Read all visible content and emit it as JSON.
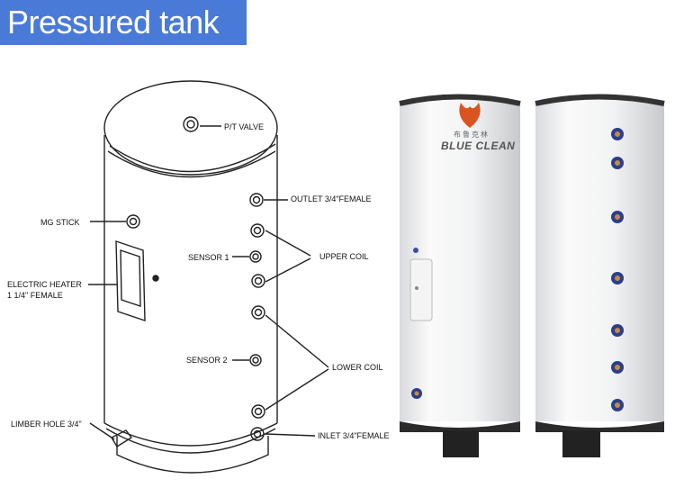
{
  "header": {
    "title": "Pressured tank",
    "bg": "#4a7ad8"
  },
  "labels": {
    "pt_valve": "P/T VALVE",
    "outlet": "OUTLET 3/4\"FEMALE",
    "mg_stick": "MG STICK",
    "sensor1": "SENSOR 1",
    "upper_coil": "UPPER COIL",
    "heater_line1": "ELECTRIC HEATER",
    "heater_line2": "1 1/4\" FEMALE",
    "sensor2": "SENSOR 2",
    "lower_coil": "LOWER COIL",
    "limber": "LIMBER HOLE 3/4\"",
    "inlet": "INLET 3/4\"FEMALE"
  },
  "brand": {
    "chinese": "布鲁克林",
    "english": "BLUE CLEAN",
    "color": "#d9541e"
  }
}
